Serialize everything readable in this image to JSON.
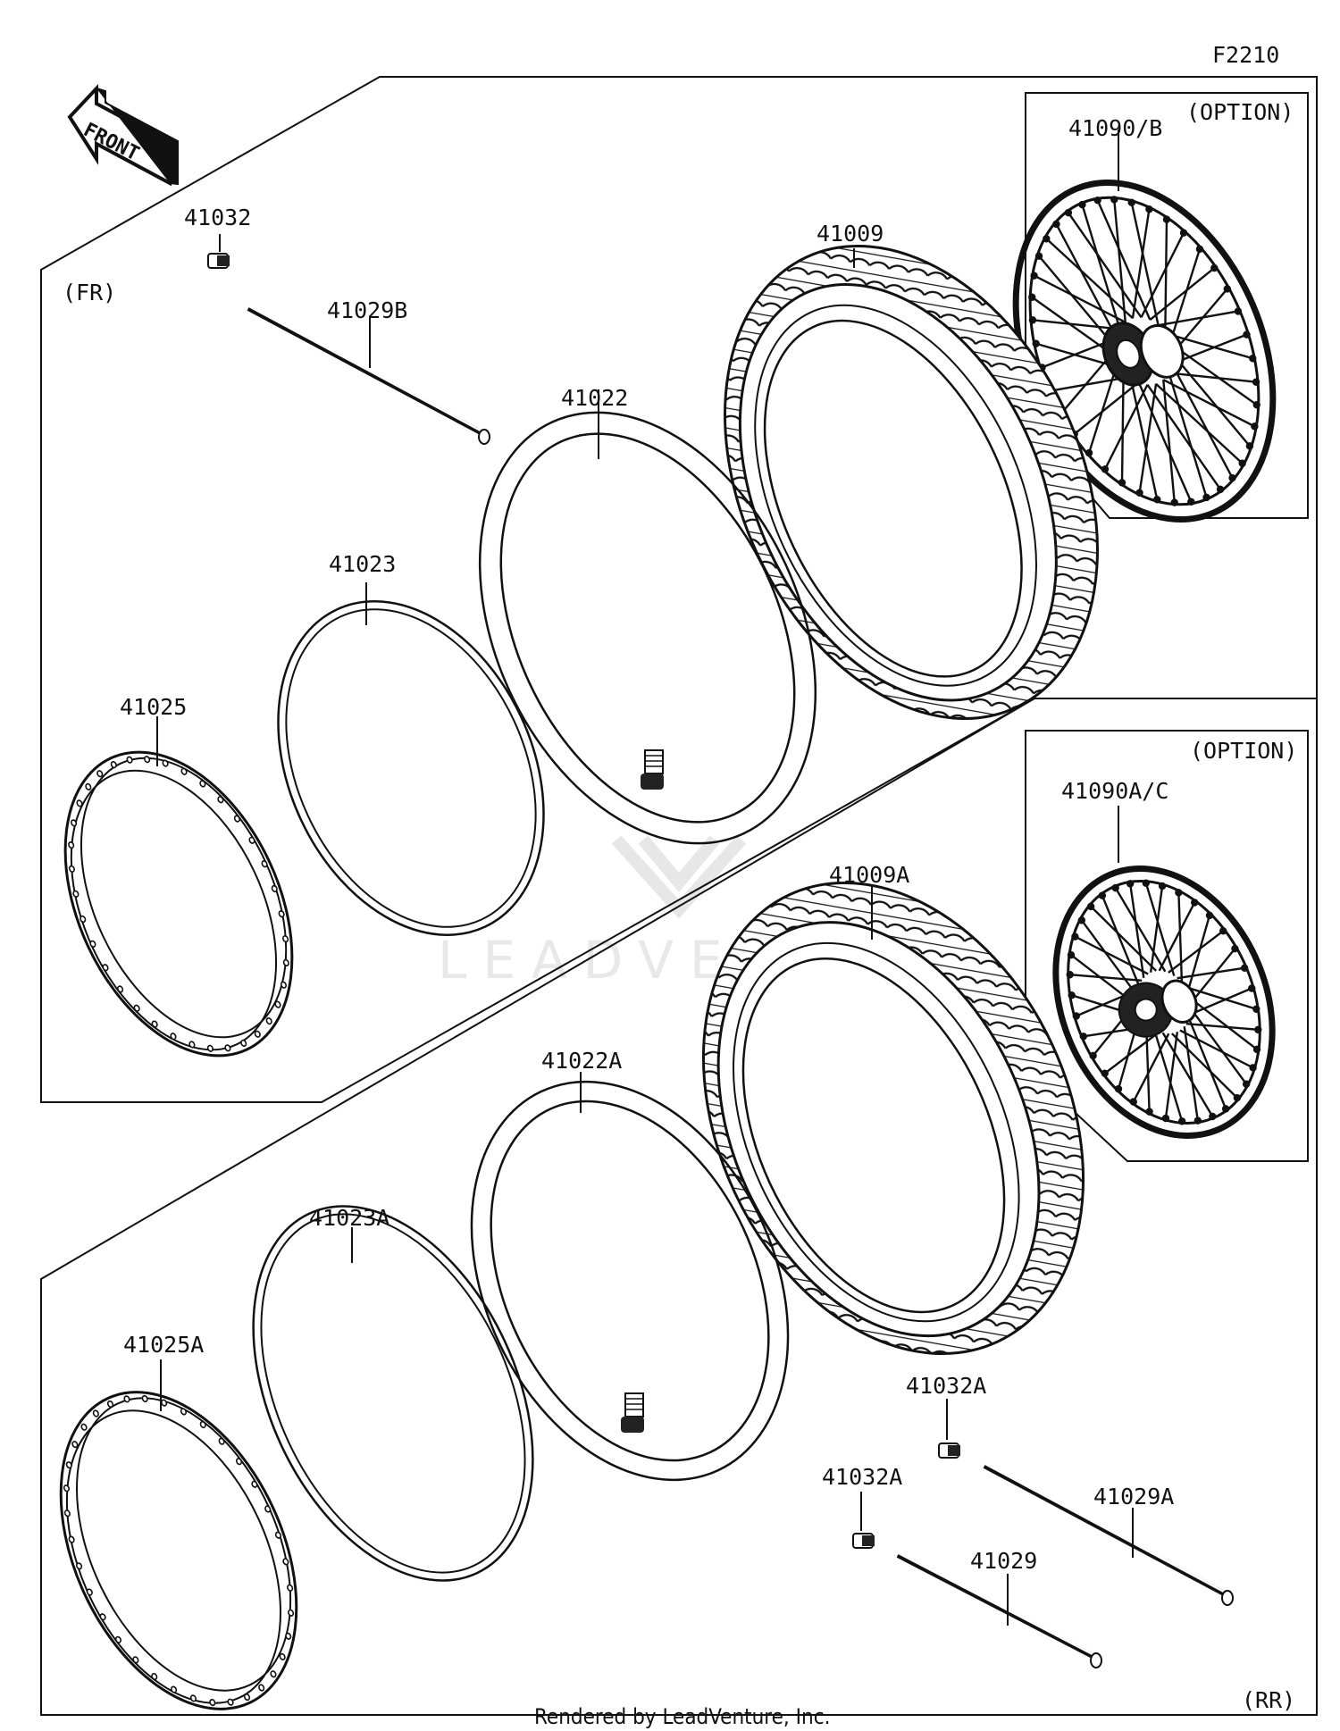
{
  "figure_code": "F2210",
  "front_arrow": "FRONT",
  "sections": {
    "front": {
      "tag": "(FR)"
    },
    "rear": {
      "tag": "(RR)"
    }
  },
  "option_boxes": {
    "front": {
      "tag": "(OPTION)",
      "part": "41090/B"
    },
    "rear": {
      "tag": "(OPTION)",
      "part": "41090A/C"
    }
  },
  "parts": {
    "front": {
      "valve_cap": "41032",
      "spoke": "41029B",
      "tire": "41009",
      "tube": "41022",
      "rim_band": "41023",
      "rim": "41025"
    },
    "rear": {
      "tire": "41009A",
      "tube": "41022A",
      "rim_band": "41023A",
      "rim": "41025A",
      "valve_cap_a": "41032A",
      "valve_cap_b": "41032A",
      "spoke_a": "41029A",
      "spoke": "41029"
    }
  },
  "watermark": "LEADVENTURE",
  "footer": "Rendered by LeadVenture, Inc."
}
